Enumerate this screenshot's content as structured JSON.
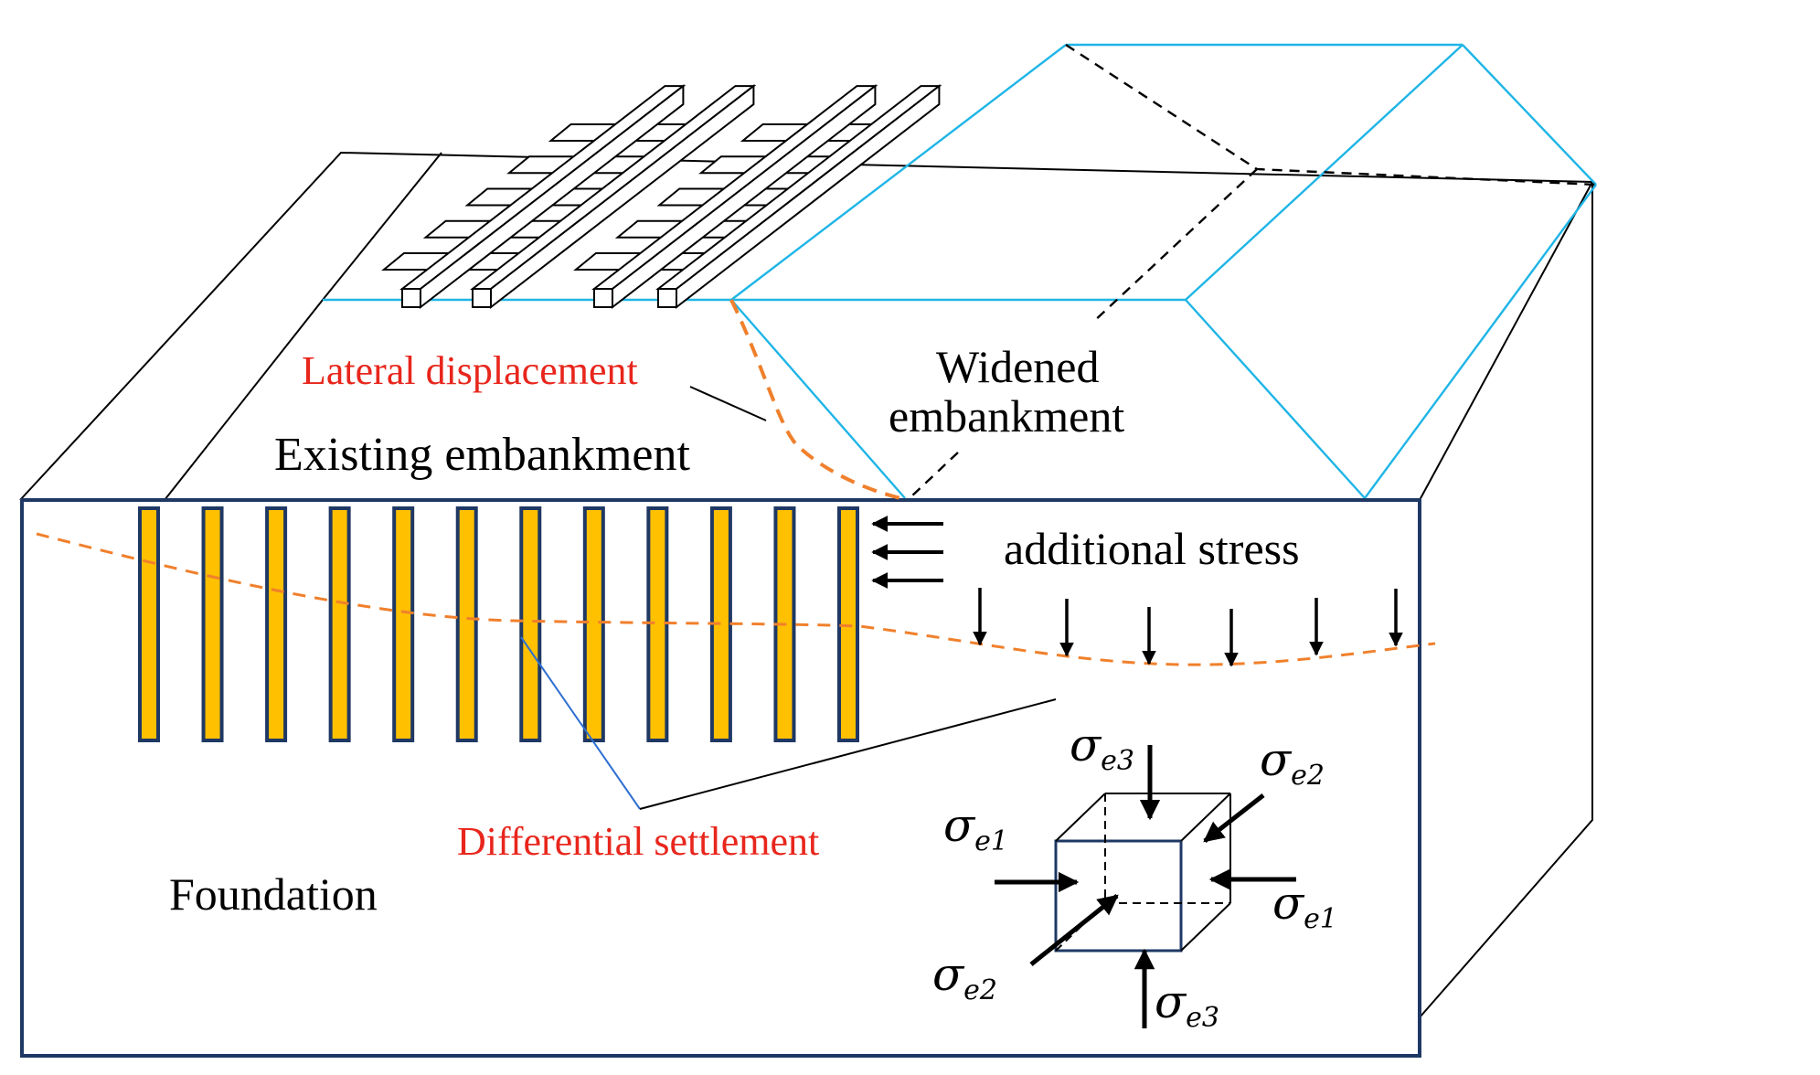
{
  "labels": {
    "lateral": "Lateral displacement",
    "widened_1": "Widened",
    "widened_2": "embankment",
    "existing": "Existing embankment",
    "additional": "additional stress",
    "differential": "Differential settlement",
    "foundation": "Foundation"
  },
  "stress": {
    "sym": "σ",
    "e1": "e1",
    "e2": "e2",
    "e3": "e3"
  },
  "pile_count": 12,
  "vertical_arrow_count": 6,
  "lateral_arrow_count": 3,
  "colors": {
    "outline": "#000000",
    "foundation_edge": "#1f3864",
    "widened_edge": "#1fb5e6",
    "pile_fill": "#ffc000",
    "settlement_curve": "#f0802c",
    "red_text": "#e8261c",
    "leader_blue": "#2e6fd1"
  }
}
